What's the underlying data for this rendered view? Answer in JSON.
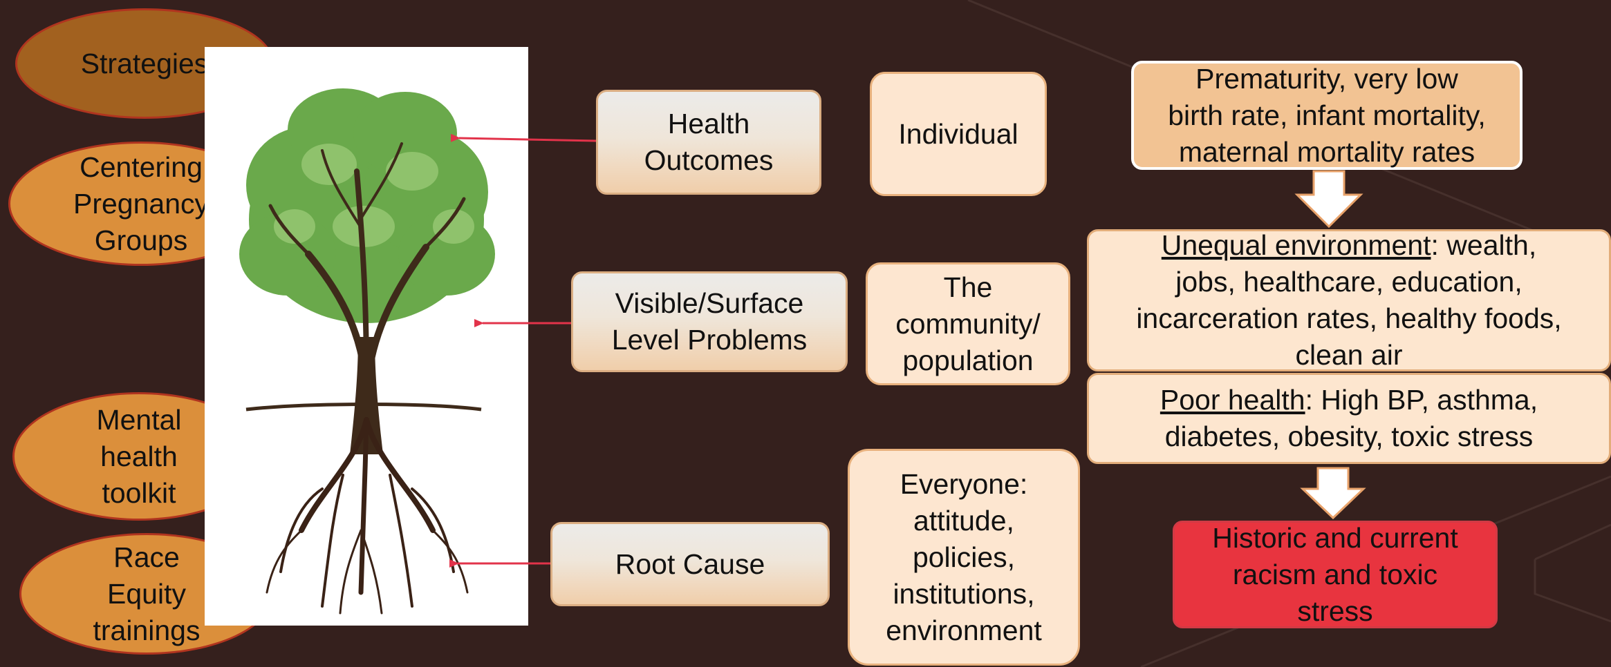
{
  "colors": {
    "background": "#35201d",
    "oval_dark": "#a2611f",
    "oval_light": "#db8f3b",
    "label_gradient_bottom": "#f0ceaa",
    "level_fill": "#fde6d0",
    "effect_fill": "#f2c393",
    "root_cause_fill": "#e8343f",
    "connector": "#e2334a"
  },
  "strategies": {
    "header": "Strategies",
    "items": [
      {
        "line1": "Centering",
        "line2": "Pregnancy",
        "line3": "Groups"
      },
      {
        "line1": "Mental",
        "line2": "health",
        "line3": "toolkit"
      },
      {
        "line1": "Race",
        "line2": "Equity",
        "line3": "trainings"
      }
    ]
  },
  "tree": {
    "icon": "tree-with-roots-icon"
  },
  "layers": [
    {
      "label_l1": "Health",
      "label_l2": "Outcomes",
      "level": "Individual"
    },
    {
      "label_l1": "Visible/Surface",
      "label_l2": "Level Problems",
      "level_l1": "The",
      "level_l2": "community/",
      "level_l3": "population"
    },
    {
      "label": "Root Cause",
      "level_l1": "Everyone:",
      "level_l2": "attitude,",
      "level_l3": "policies,",
      "level_l4": "institutions,",
      "level_l5": "environment"
    }
  ],
  "chain": {
    "outcomes": {
      "line1": "Prematurity, very low",
      "line2": "birth rate, infant mortality,",
      "line3": "maternal mortality rates"
    },
    "unequal_environment": {
      "title": "Unequal environment",
      "line1_rest": ": wealth,",
      "line2": "jobs, healthcare, education,",
      "line3": "incarceration rates, healthy foods,",
      "line4": "clean air"
    },
    "poor_health": {
      "title": "Poor health",
      "line1_rest": ": High BP, asthma,",
      "line2": "diabetes, obesity, toxic stress"
    },
    "root": {
      "line1": "Historic and current",
      "line2": "racism and toxic",
      "line3": "stress"
    }
  }
}
